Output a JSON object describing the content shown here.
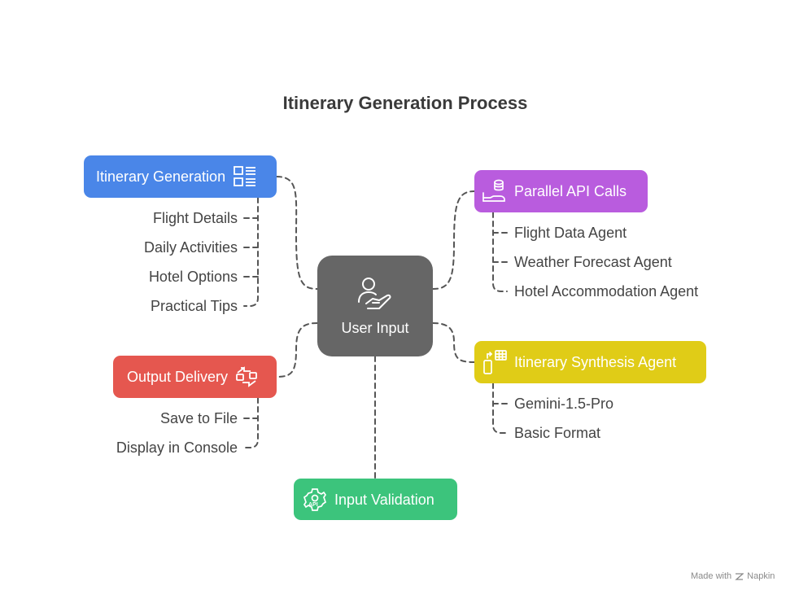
{
  "title": "Itinerary Generation Process",
  "center": {
    "label": "User Input",
    "icon": "user-hand-icon",
    "color": "#666666"
  },
  "branches": {
    "itinerary_generation": {
      "label": "Itinerary Generation",
      "icon": "list-layout-icon",
      "color": "#4A86E8",
      "items": [
        "Flight Details",
        "Daily Activities",
        "Hotel Options",
        "Practical Tips"
      ]
    },
    "output_delivery": {
      "label": "Output Delivery",
      "icon": "exchange-icon",
      "color": "#E5574F",
      "items": [
        "Save to File",
        "Display in Console"
      ]
    },
    "input_validation": {
      "label": "Input Validation",
      "icon": "api-gear-icon",
      "color": "#3CC47C",
      "items": []
    },
    "parallel_api_calls": {
      "label": "Parallel API Calls",
      "icon": "database-icon",
      "color": "#B95CDE",
      "items": [
        "Flight Data Agent",
        "Weather Forecast Agent",
        "Hotel Accommodation Agent"
      ]
    },
    "itinerary_synthesis": {
      "label": "Itinerary Synthesis Agent",
      "icon": "phone-grid-icon",
      "color": "#E0CC17",
      "items": [
        "Gemini-1.5-Pro",
        "Basic Format"
      ]
    }
  },
  "watermark": {
    "prefix": "Made with",
    "brand": "Napkin"
  }
}
